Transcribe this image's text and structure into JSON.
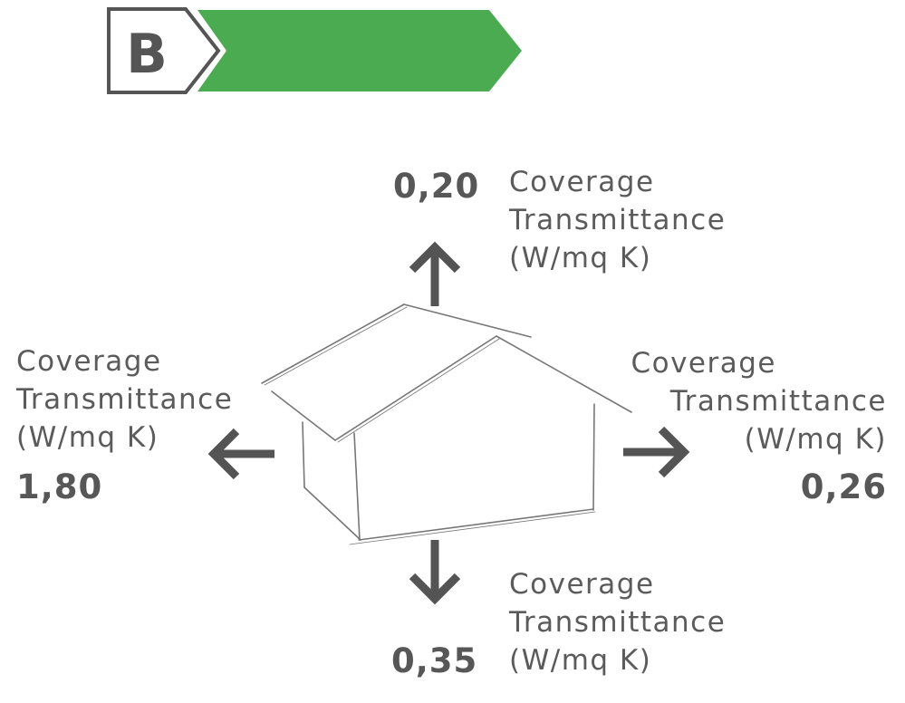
{
  "rating": {
    "letter": "B",
    "color": "#4aab51",
    "border_color": "#555555"
  },
  "measures": {
    "top": {
      "value": "0,20",
      "line1": "Coverage",
      "line2": "Transmittance",
      "line3": "(W/mq K)"
    },
    "left": {
      "value": "1,80",
      "line1": "Coverage",
      "line2": "Transmittance",
      "line3": "(W/mq K)"
    },
    "right": {
      "value": "0,26",
      "line1": "Coverage",
      "line2": "Transmittance",
      "line3": "(W/mq K)"
    },
    "bottom": {
      "value": "0,35",
      "line1": "Coverage",
      "line2": "Transmittance",
      "line3": "(W/mq K)"
    }
  },
  "icons": {
    "house": "house-sketch-icon",
    "up": "arrow-up-icon",
    "down": "arrow-down-icon",
    "left": "arrow-left-icon",
    "right": "arrow-right-icon"
  },
  "colors": {
    "arrow": "#545454",
    "sketch": "#777777",
    "text": "#5b5b5b"
  }
}
